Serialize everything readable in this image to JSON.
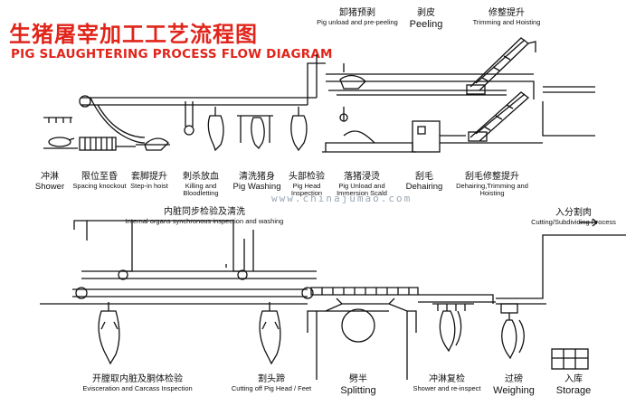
{
  "title": {
    "cn": "生猪屠宰加工工艺流程图",
    "en": "PIG SLAUGHTERING PROCESS FLOW DIAGRAM"
  },
  "accent_color": "#e1251b",
  "top_labels": [
    {
      "cn": "卸猪预剥",
      "en": "Pig unload and pre-peeling"
    },
    {
      "cn": "剥皮",
      "en": "Peeling"
    },
    {
      "cn": "修整提升",
      "en": "Trimming and Hoisting"
    }
  ],
  "row1_labels": [
    {
      "cn": "冲淋",
      "en": "Shower"
    },
    {
      "cn": "限位至昏",
      "en": "Spacing knockout"
    },
    {
      "cn": "套脚提升",
      "en": "Step-in hoist"
    },
    {
      "cn": "刺杀放血",
      "en": "Killing and Bloodletting"
    },
    {
      "cn": "清洗猪身",
      "en": "Pig Washing"
    },
    {
      "cn": "头部检验",
      "en": "Pig Head Inspection"
    },
    {
      "cn": "落猪浸烫",
      "en": "Pig Unload and Immersion Scald"
    },
    {
      "cn": "刮毛",
      "en": "Dehairing"
    },
    {
      "cn": "刮毛修整提升",
      "en": "Dehairing,Trimming and Hoisting"
    }
  ],
  "mid_labels": {
    "internal": {
      "cn": "内脏同步检验及清洗",
      "en": "Internal organs synchronous inspection and washing"
    },
    "cutting": {
      "cn": "入分割肉",
      "en": "Cutting/Subdividing Process"
    }
  },
  "bottom_labels": [
    {
      "cn": "开膛取内脏及胴体检验",
      "en": "Evisceration and Carcass Inspection"
    },
    {
      "cn": "割头蹄",
      "en": "Cutting off Pig Head / Feet"
    },
    {
      "cn": "劈半",
      "en": "Splitting"
    },
    {
      "cn": "冲淋复检",
      "en": "Shower and re-inspect"
    },
    {
      "cn": "过磅",
      "en": "Weighing"
    },
    {
      "cn": "入库",
      "en": "Storage"
    }
  ],
  "watermark": "www.chinajumao.com"
}
